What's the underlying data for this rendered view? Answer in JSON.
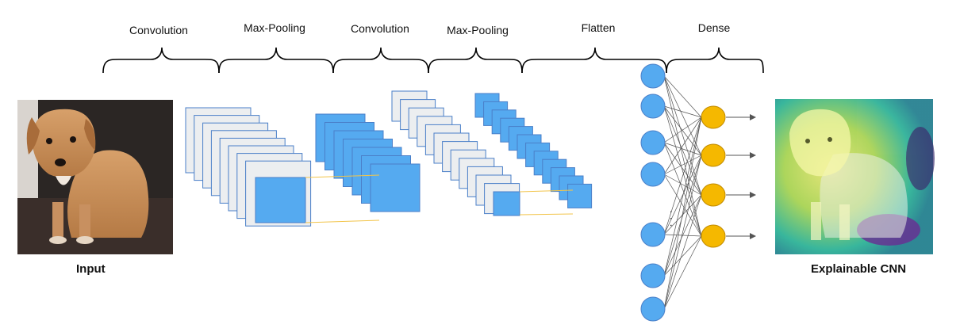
{
  "stages": [
    {
      "label": "Convolution"
    },
    {
      "label": "Max-Pooling"
    },
    {
      "label": "Convolution"
    },
    {
      "label": "Max-Pooling"
    },
    {
      "label": "Flatten"
    },
    {
      "label": "Dense"
    }
  ],
  "input_caption": "Input",
  "output_caption": "Explainable CNN",
  "ellipsis": "· · ·",
  "network": {
    "input_neurons": 7,
    "output_neurons": 4
  },
  "colors": {
    "map_light": "#eceef0",
    "map_border": "#4a7fc8",
    "map_blue": "#55aaf0",
    "neuron_blue": "#55aaf0",
    "neuron_orange": "#f5b800",
    "neuron_orange_border": "#c08a00",
    "guide_line": "#f2c44a"
  }
}
